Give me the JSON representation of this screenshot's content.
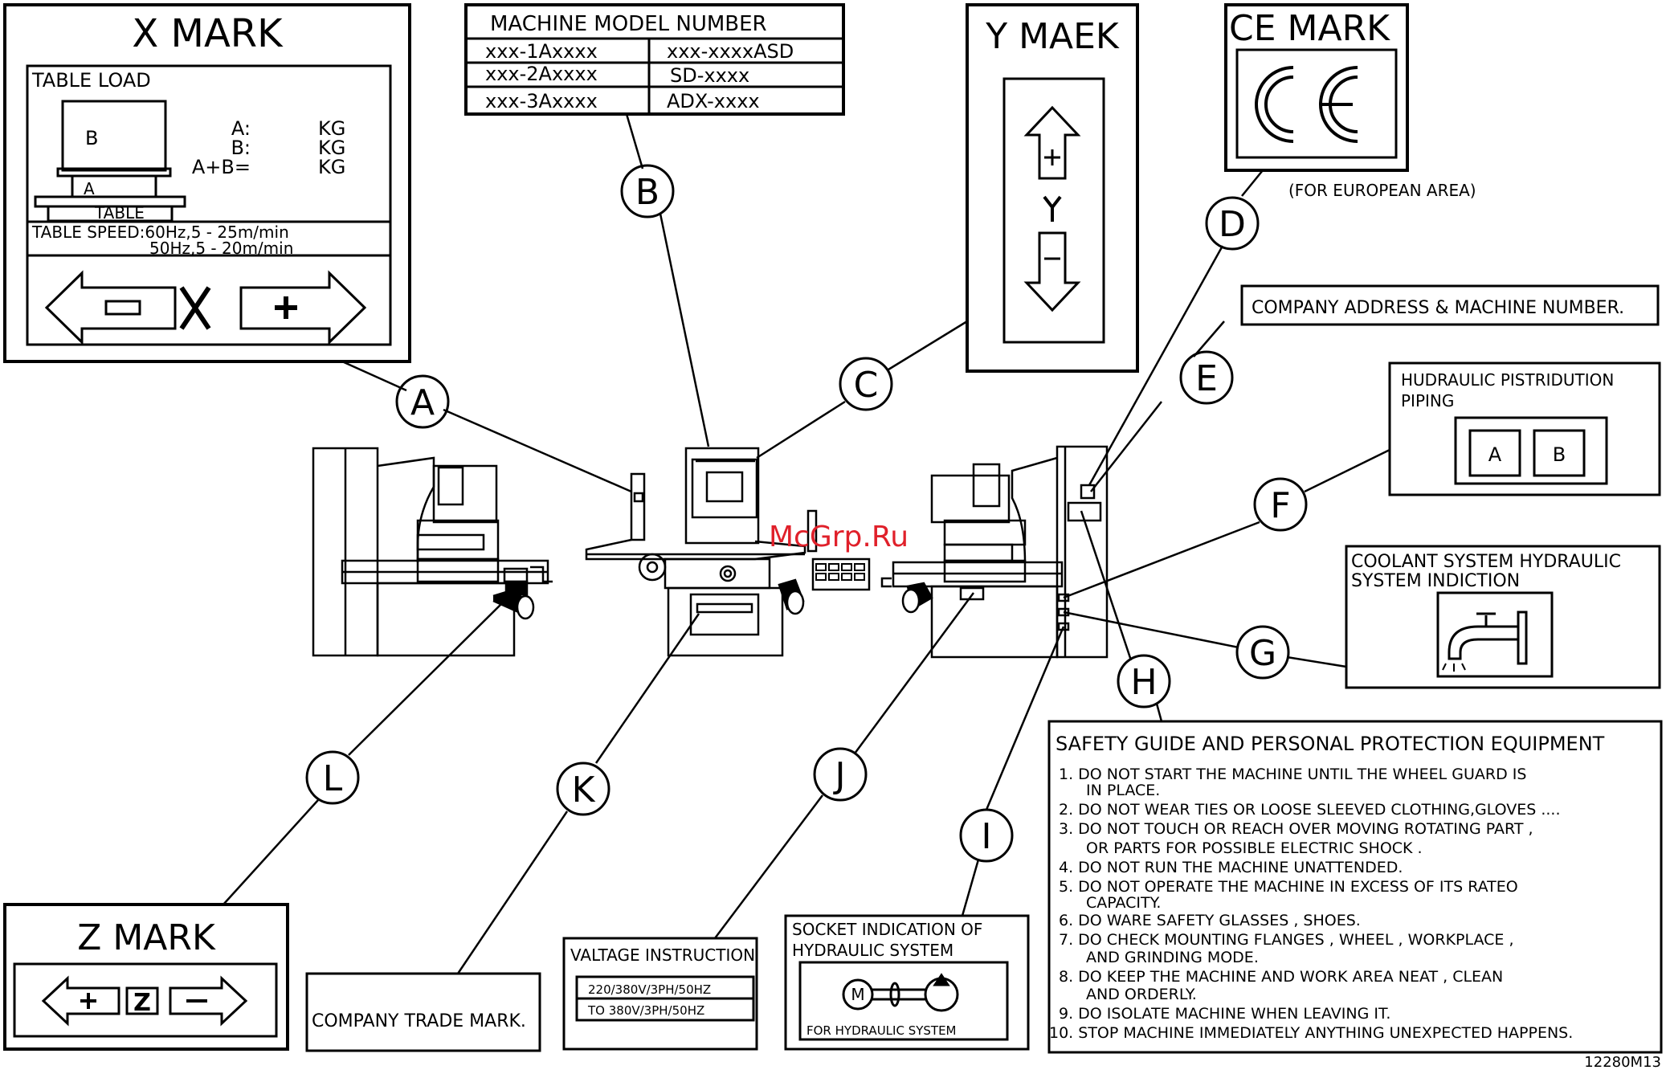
{
  "watermark": "McGrp.Ru",
  "figure_code": "12280M13",
  "x_mark": {
    "title": "X MARK",
    "table_load": "TABLE LOAD",
    "box_b": "B",
    "box_a": "A",
    "table_word": "TABLE",
    "load_rows": [
      {
        "label": "A:",
        "unit": "KG"
      },
      {
        "label": "B:",
        "unit": "KG"
      },
      {
        "label": "A+B=",
        "unit": "KG"
      }
    ],
    "speed_line1": "TABLE SPEED:60Hz,5 - 25m/min",
    "speed_line2": "50Hz,5 - 20m/min",
    "axis_letter": "X"
  },
  "model_table": {
    "title": "MACHINE MODEL NUMBER",
    "rows": [
      [
        "xxx-1Axxxx",
        "xxx-xxxxASD"
      ],
      [
        "xxx-2Axxxx",
        "SD-xxxx"
      ],
      [
        "xxx-3Axxxx",
        "ADX-xxxx"
      ]
    ]
  },
  "y_mark": {
    "title": "Y MAEK",
    "axis_letter": "Y"
  },
  "ce_mark": {
    "title": "CE MARK",
    "note": "(FOR EUROPEAN AREA)"
  },
  "company_address": "COMPANY ADDRESS & MACHINE NUMBER.",
  "hydraulic_piping": {
    "line1": "HUDRAULIC PISTRIDUTION",
    "line2": "PIPING",
    "box_a": "A",
    "box_b": "B"
  },
  "coolant": {
    "line1": "COOLANT SYSTEM HYDRAULIC",
    "line2": "SYSTEM INDICTION"
  },
  "safety": {
    "title": "SAFETY GUIDE AND PERSONAL PROTECTION EQUIPMENT",
    "lines": [
      "1. DO NOT START THE MACHINE UNTIL THE WHEEL GUARD IS",
      "IN PLACE.",
      "2. DO NOT WEAR TIES OR LOOSE SLEEVED CLOTHING,GLOVES ....",
      "3. DO NOT TOUCH OR REACH OVER MOVING ROTATING PART ,",
      "OR PARTS FOR POSSIBLE ELECTRIC SHOCK .",
      "4. DO NOT RUN THE MACHINE UNATTENDED.",
      "5. DO NOT OPERATE THE MACHINE IN EXCESS OF ITS RATEO",
      "CAPACITY.",
      "6. DO WARE SAFETY GLASSES , SHOES.",
      "7. DO CHECK MOUNTING FLANGES , WHEEL , WORKPLACE ,",
      "AND GRINDING MODE.",
      "8. DO KEEP THE MACHINE AND WORK AREA NEAT , CLEAN",
      "AND ORDERLY.",
      "9. DO ISOLATE MACHINE WHEN LEAVING IT.",
      "10. STOP MACHINE IMMEDIATELY ANYTHING UNEXPECTED HAPPENS."
    ]
  },
  "socket": {
    "line1": "SOCKET INDICATION OF",
    "line2": "HYDRAULIC SYSTEM",
    "motor": "M",
    "caption": "FOR HYDRAULIC SYSTEM"
  },
  "voltage": {
    "title": "VALTAGE INSTRUCTION",
    "line1": "220/380V/3PH/50HZ",
    "line2": "TO 380V/3PH/50HZ"
  },
  "trade_mark": "COMPANY TRADE MARK.",
  "z_mark": {
    "title": "Z MARK",
    "axis_letter": "Z"
  },
  "callouts": [
    "A",
    "B",
    "C",
    "D",
    "E",
    "F",
    "G",
    "H",
    "I",
    "J",
    "K",
    "L"
  ]
}
